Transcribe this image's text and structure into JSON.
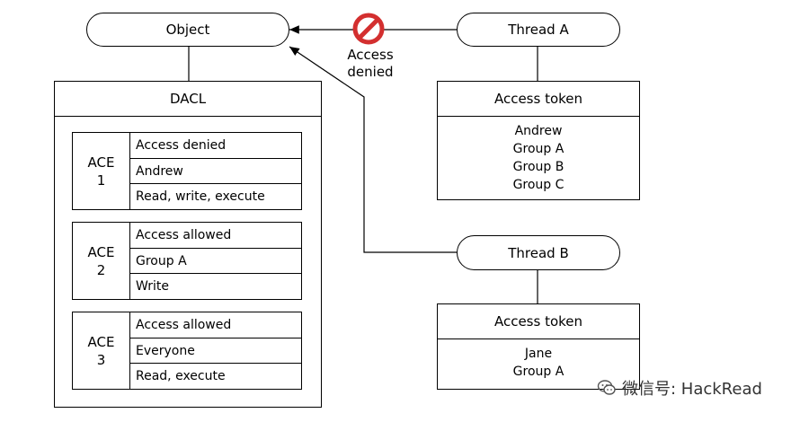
{
  "object": {
    "label": "Object"
  },
  "thread_a": {
    "label": "Thread A",
    "token_title": "Access token",
    "members": [
      "Andrew",
      "Group A",
      "Group B",
      "Group C"
    ]
  },
  "thread_b": {
    "label": "Thread B",
    "token_title": "Access token",
    "members": [
      "Jane",
      "Group A"
    ]
  },
  "access_denied": {
    "line1": "Access",
    "line2": "denied",
    "icon": "prohibited-icon"
  },
  "dacl": {
    "title": "DACL",
    "aces": [
      {
        "label1": "ACE",
        "label2": "1",
        "rows": [
          "Access denied",
          "Andrew",
          "Read, write, execute"
        ]
      },
      {
        "label1": "ACE",
        "label2": "2",
        "rows": [
          "Access allowed",
          "Group A",
          "Write"
        ]
      },
      {
        "label1": "ACE",
        "label2": "3",
        "rows": [
          "Access allowed",
          "Everyone",
          "Read, execute"
        ]
      }
    ]
  },
  "watermark": {
    "text": "微信号: HackRead",
    "icon": "wechat-icon"
  }
}
